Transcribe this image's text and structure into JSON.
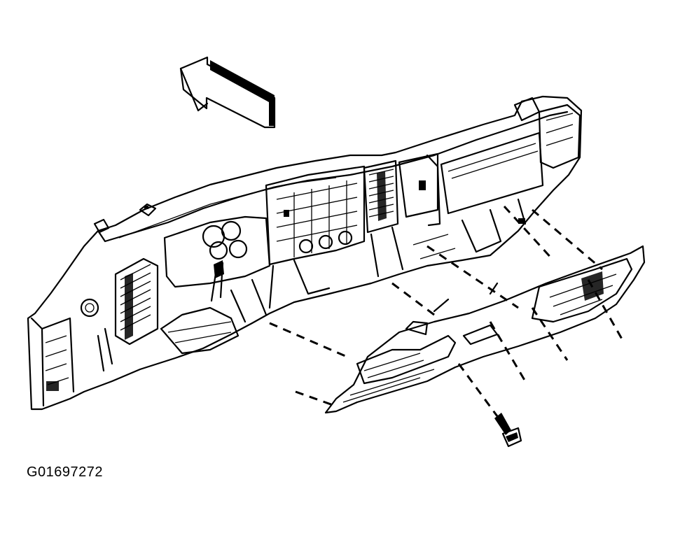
{
  "figure": {
    "id_label": "G01697272",
    "icons": [
      "front-direction-arrow-icon",
      "instrument-panel-carrier",
      "instrument-panel-lower-trim",
      "retaining-screw-icon"
    ]
  }
}
